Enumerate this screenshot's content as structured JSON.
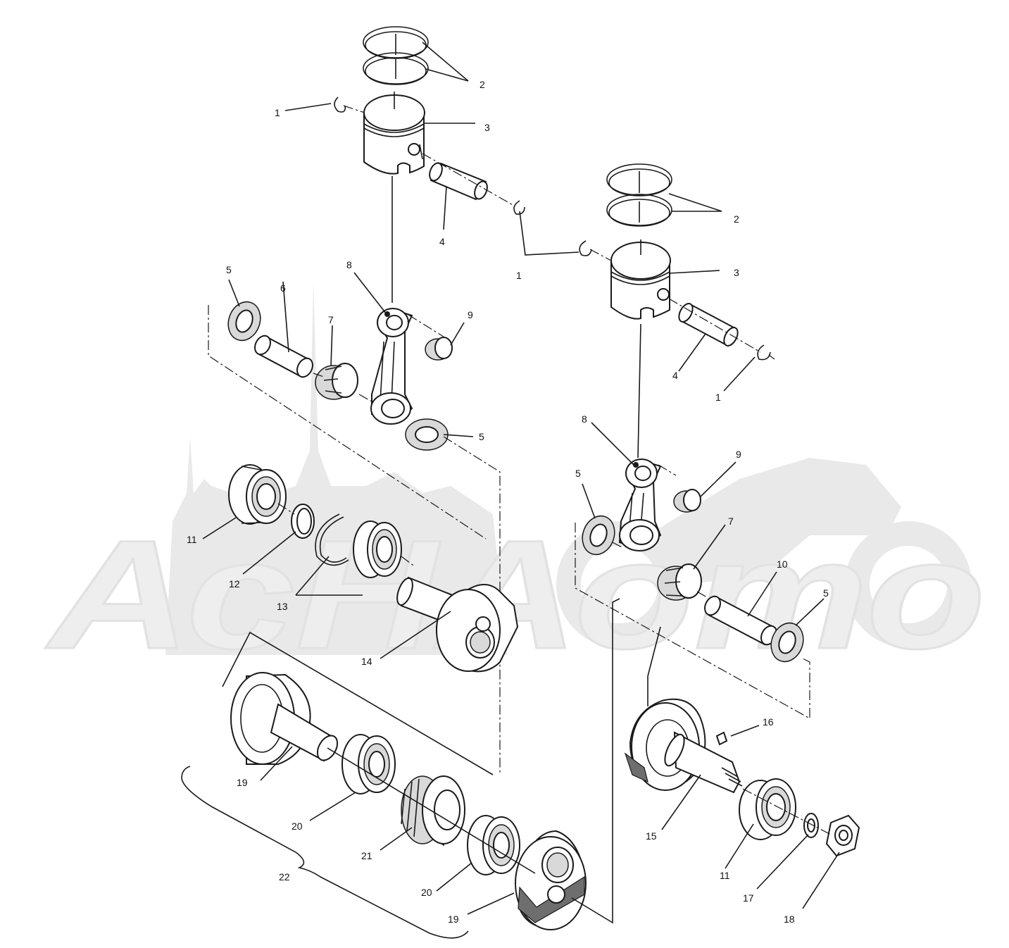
{
  "watermark": {
    "text": "АсНАото"
  },
  "labels": {
    "l1a": "1",
    "l1b": "1",
    "l1c": "1",
    "l2a": "2",
    "l2b": "2",
    "l3a": "3",
    "l3b": "3",
    "l4a": "4",
    "l4b": "4",
    "l5a": "5",
    "l5b": "5",
    "l5c": "5",
    "l5d": "5",
    "l6": "6",
    "l7a": "7",
    "l7b": "7",
    "l8a": "8",
    "l8b": "8",
    "l9a": "9",
    "l9b": "9",
    "l10": "10",
    "l11a": "11",
    "l11b": "11",
    "l12": "12",
    "l13": "13",
    "l14": "14",
    "l15": "15",
    "l16": "16",
    "l17": "17",
    "l18": "18",
    "l19a": "19",
    "l19b": "19",
    "l20a": "20",
    "l20b": "20",
    "l21": "21",
    "l22": "22"
  }
}
